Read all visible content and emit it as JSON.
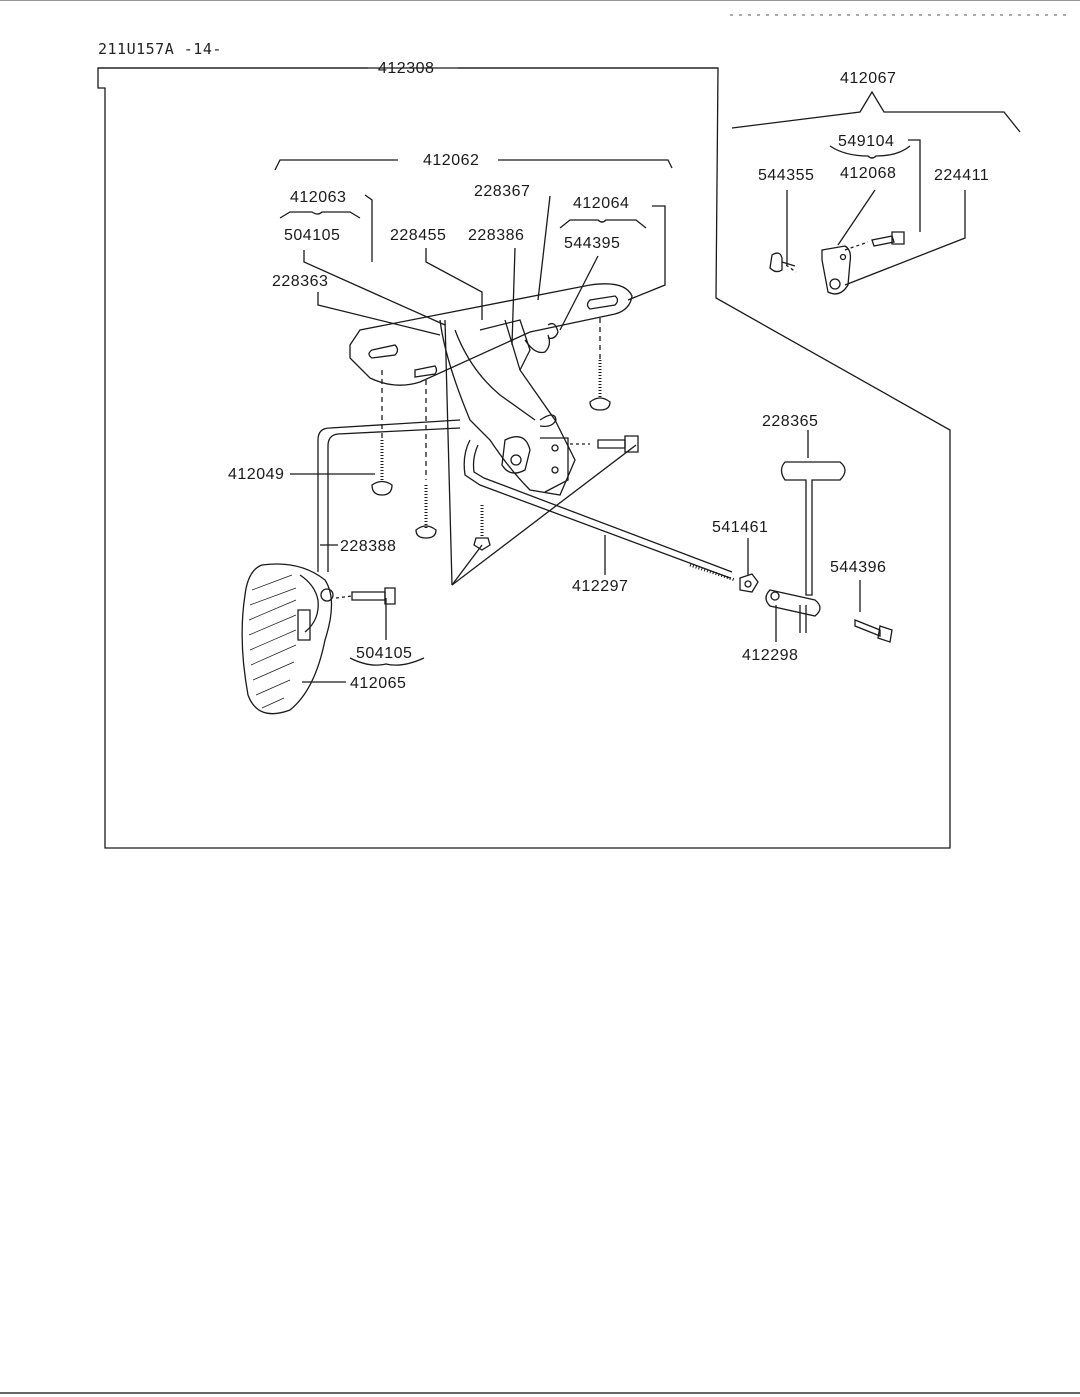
{
  "document": {
    "id": "211U157A -14-"
  },
  "parts": {
    "p412308": "412308",
    "p412067": "412067",
    "p549104": "549104",
    "p544355": "544355",
    "p412068": "412068",
    "p224411": "224411",
    "p412062": "412062",
    "p412063": "412063",
    "p228367": "228367",
    "p412064": "412064",
    "p504105a": "504105",
    "p228455": "228455",
    "p228386": "228386",
    "p544395": "544395",
    "p228363": "228363",
    "p228365": "228365",
    "p412049": "412049",
    "p541461": "541461",
    "p228388": "228388",
    "p544396": "544396",
    "p412297": "412297",
    "p504105b": "504105",
    "p412298": "412298",
    "p412065": "412065"
  }
}
